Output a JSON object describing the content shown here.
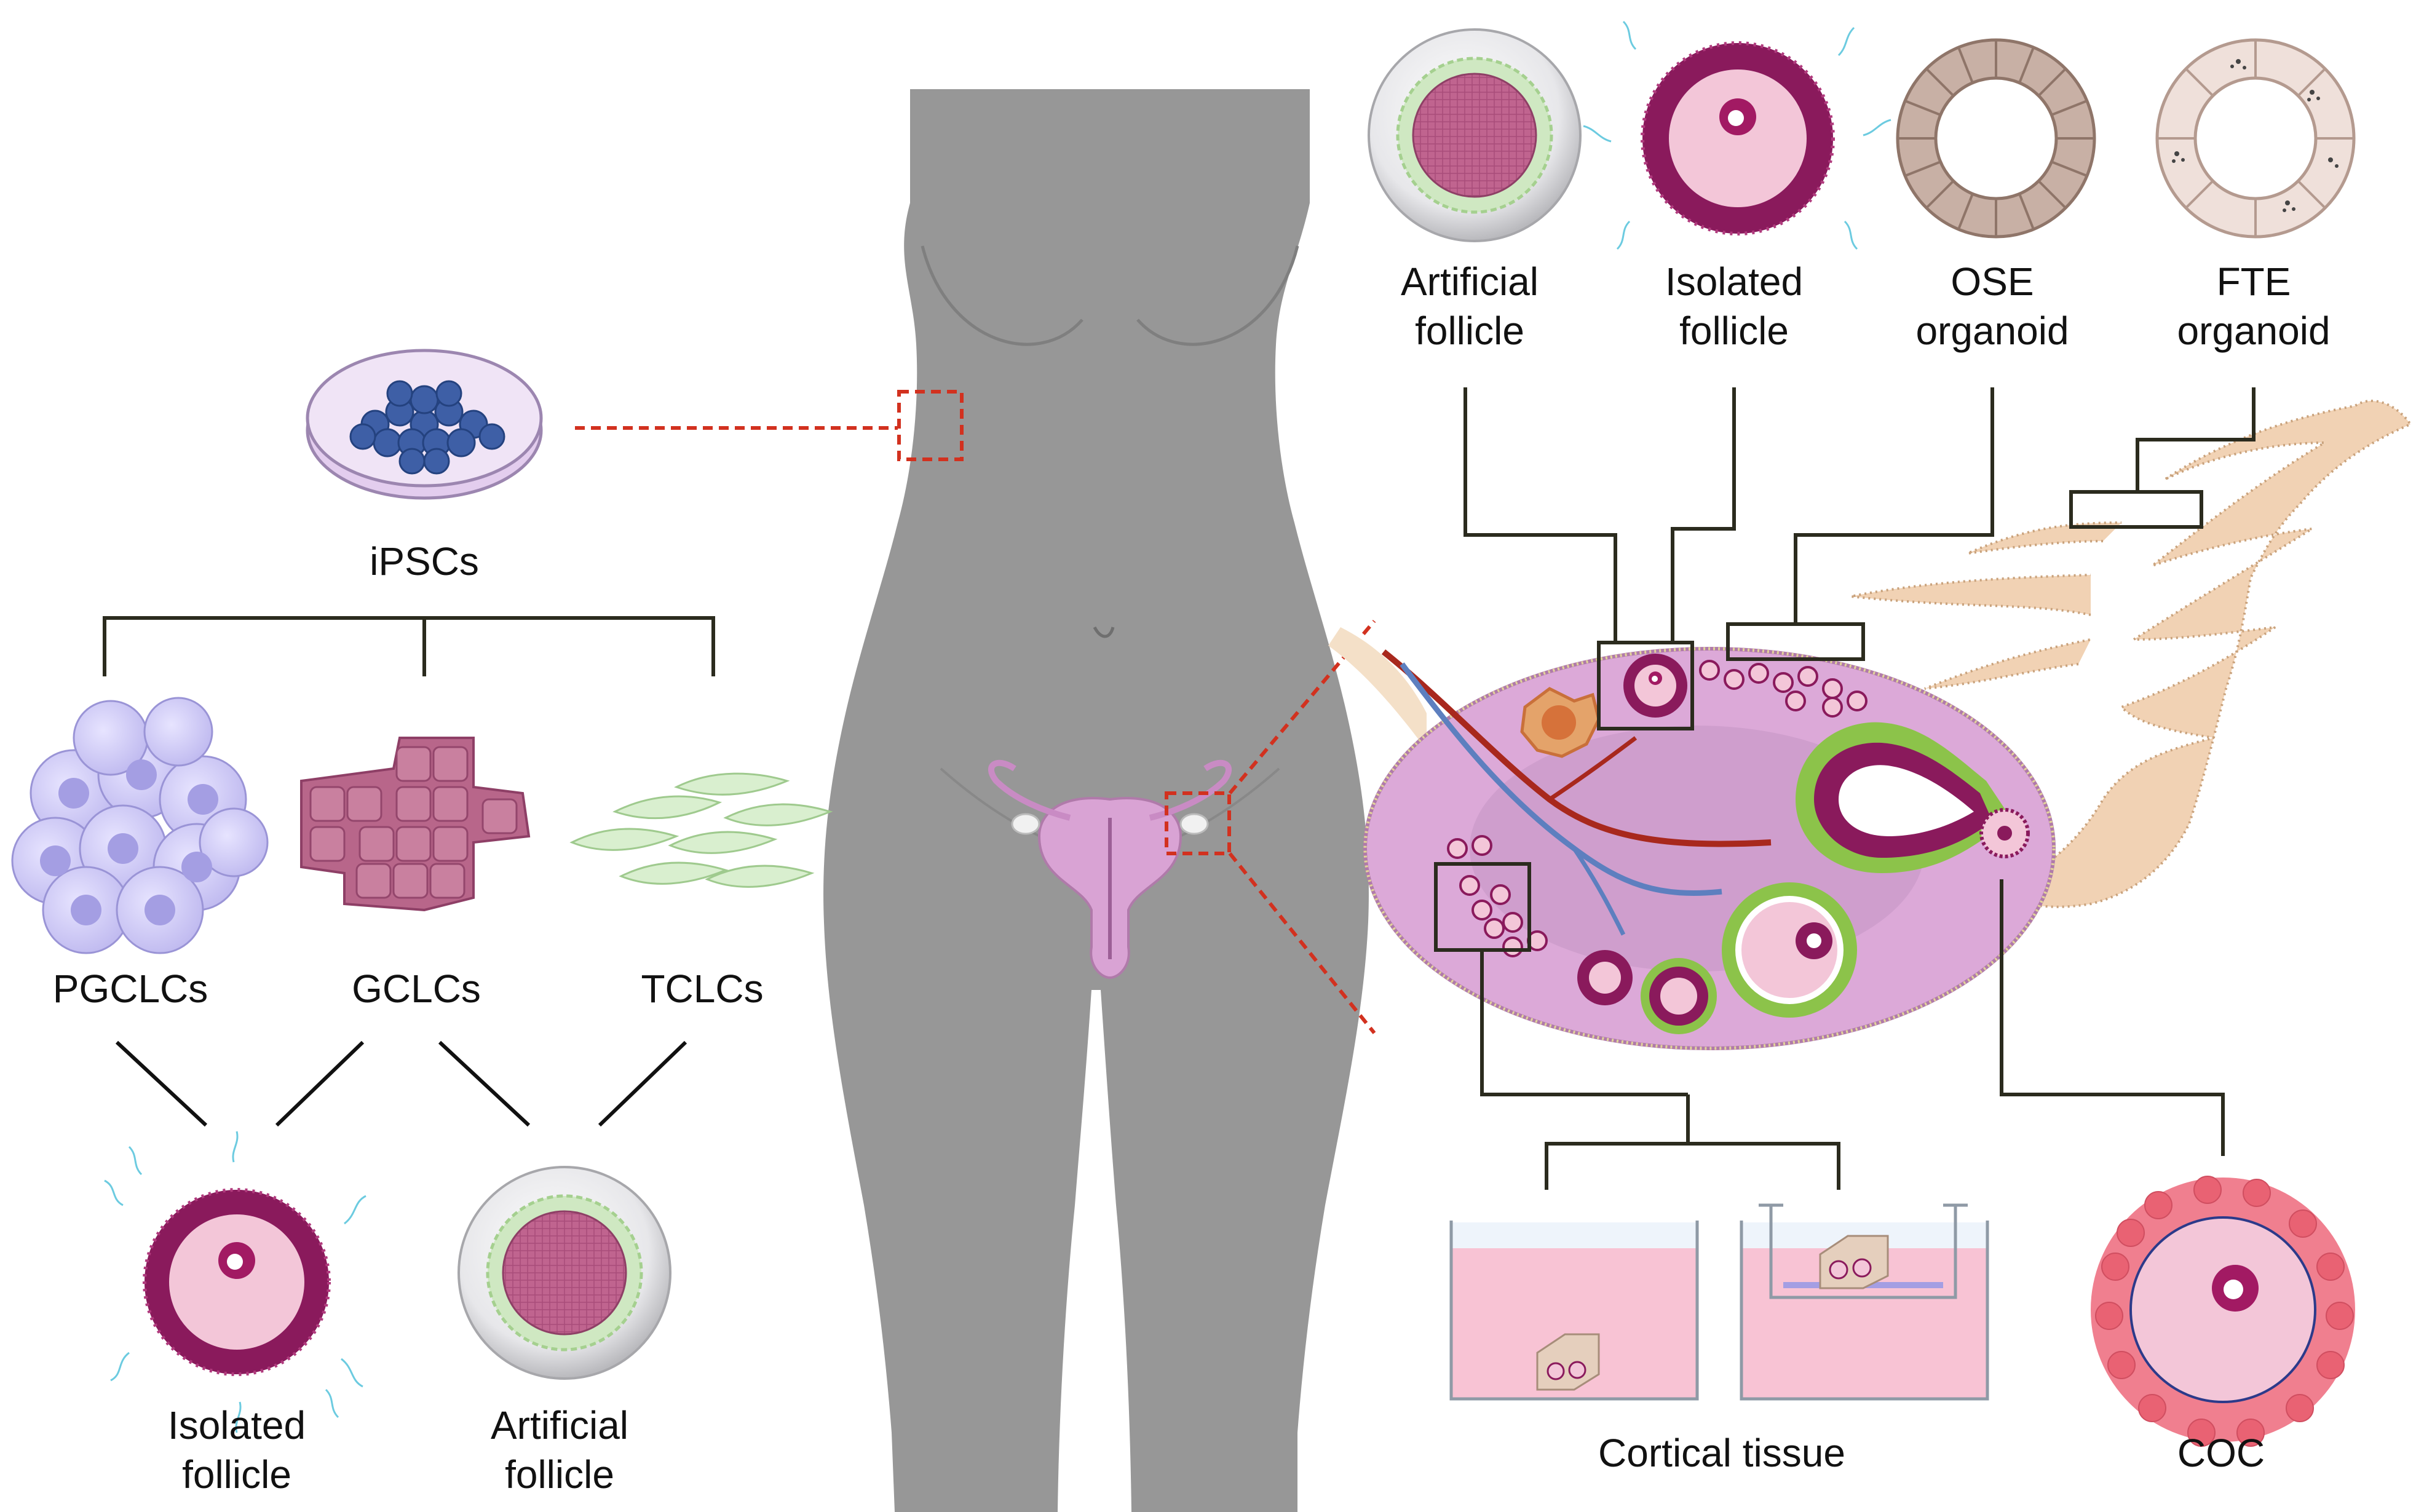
{
  "labels": {
    "ipscs": "iPSCs",
    "pgclcs": "PGCLCs",
    "gclcs": "GCLCs",
    "tclcs": "TCLCs",
    "left_isolated_line1": "Isolated",
    "left_isolated_line2": "follicle",
    "left_artificial_line1": "Artificial",
    "left_artificial_line2": "follicle",
    "top_artificial_line1": "Artificial",
    "top_artificial_line2": "follicle",
    "top_isolated_line1": "Isolated",
    "top_isolated_line2": "follicle",
    "ose_line1": "OSE",
    "ose_line2": "organoid",
    "fte_line1": "FTE",
    "fte_line2": "organoid",
    "cortical_tissue": "Cortical tissue",
    "coc": "COC"
  },
  "colors": {
    "body_silhouette": "#979797",
    "connector_line": "#2b2b1e",
    "dashed_zoom": "#d2311f",
    "follicle_granulosa": "#8a1a5c",
    "oocyte": "#f3c6d8",
    "ovary_tissue": "#dca9d8",
    "fallopian_tube": "#f1d2b4",
    "culture_medium": "#f8c3d4",
    "ipsc_colony": "#3e5fa6",
    "pgclc": "#c9c5f2",
    "gclc": "#c17a95",
    "tclc": "#cfe9c3",
    "theca_green": "#8cc34a"
  },
  "icons": [
    "petri-dish-icon",
    "pgclc-cluster-icon",
    "gclc-sheet-icon",
    "tclc-spindle-icon",
    "isolated-follicle-icon",
    "artificial-follicle-icon",
    "ose-organoid-icon",
    "fte-organoid-icon",
    "human-body-silhouette",
    "uterus-icon",
    "ovary-cross-section",
    "fallopian-tube-fimbriae",
    "culture-well-icon",
    "transwell-insert-icon",
    "coc-icon"
  ]
}
